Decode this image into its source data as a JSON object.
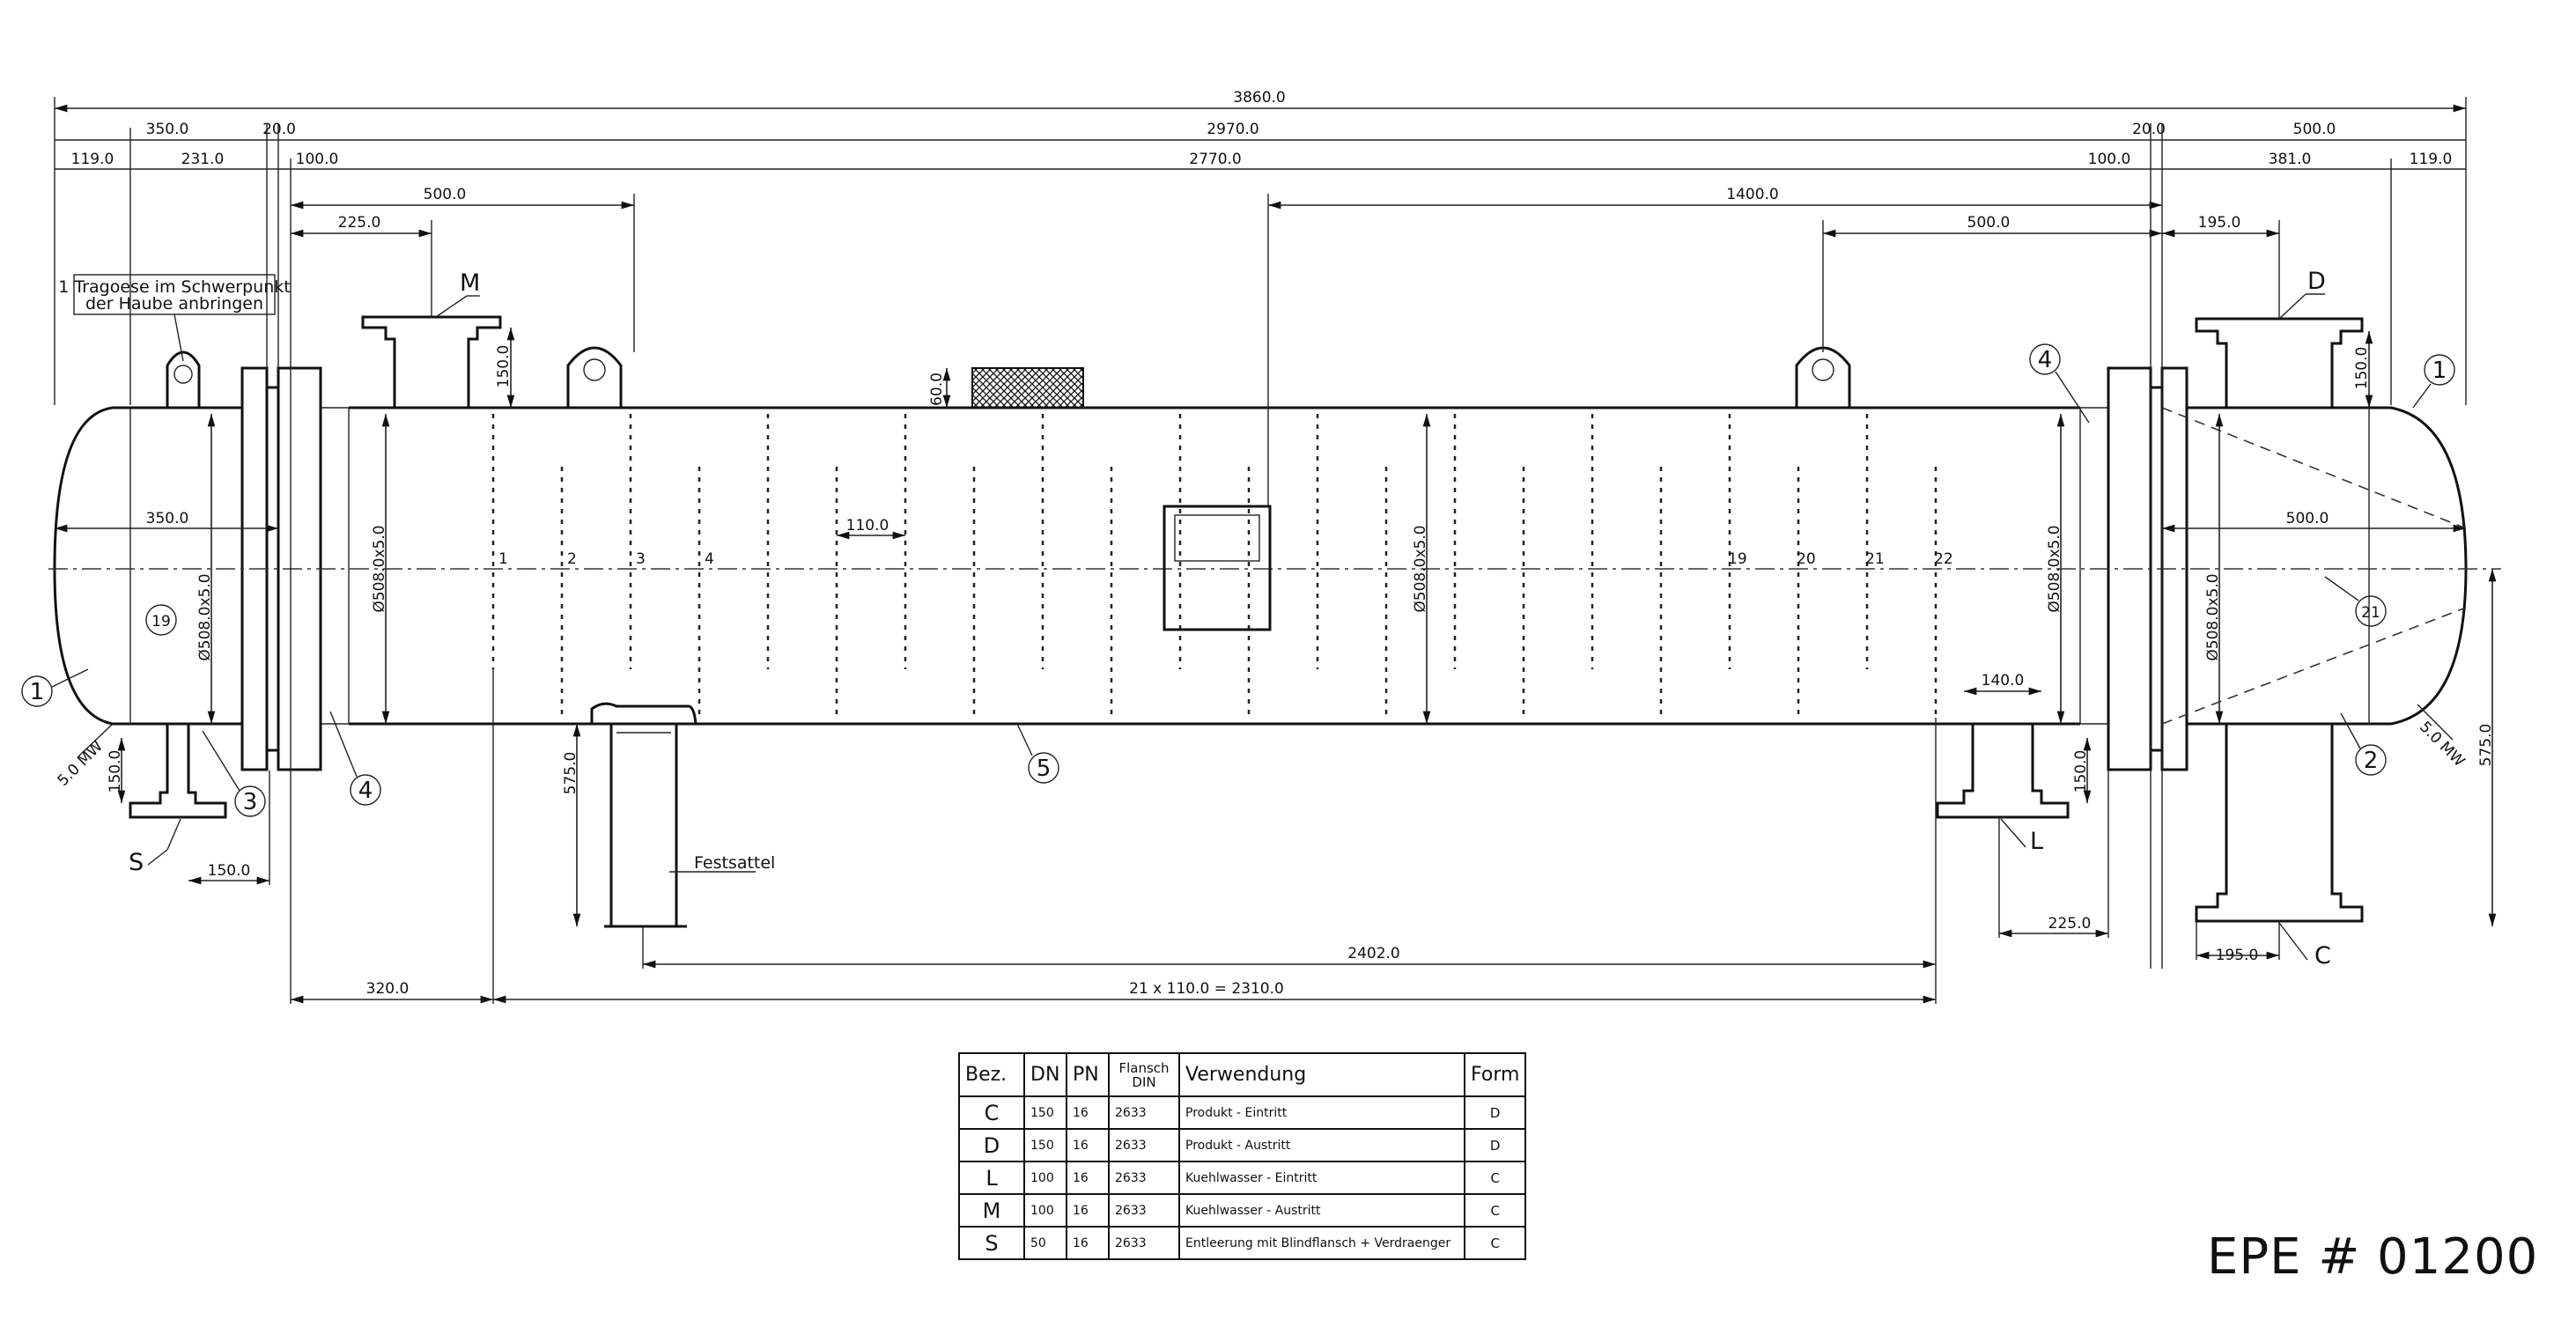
{
  "dimensions": {
    "overall": "3860.0",
    "left_head": "350.0",
    "flange_left": "20.0",
    "shell": "2970.0",
    "flange_right": "20.0",
    "right_head": "500.0",
    "left_119": "119.0",
    "left_231": "231.0",
    "inner_left_100": "100.0",
    "tube_length": "2770.0",
    "inner_right_100": "100.0",
    "right_381": "381.0",
    "right_119": "119.0",
    "noz_m_500": "500.0",
    "saddle_pos_1400": "1400.0",
    "noz_m_225": "225.0",
    "right_500": "500.0",
    "noz_d_195": "195.0",
    "noz_m_height": "150.0",
    "noz_d_height": "150.0",
    "support_60": "60.0",
    "baffle_pitch": "110.0",
    "head_inner_350": "350.0",
    "head_inner_500": "500.0",
    "dia_head_left": "Ø508.0x5.0",
    "dia_shell_left": "Ø508.0x5.0",
    "dia_shell_mid": "Ø508.0x5.0",
    "dia_shell_right": "Ø508.0x5.0",
    "dia_head_right": "Ø508.0x5.0",
    "saddle_height": "575.0",
    "right_575": "575.0",
    "noz_s_height": "150.0",
    "noz_s_150": "150.0",
    "noz_l_140": "140.0",
    "noz_l_height": "150.0",
    "noz_l_225": "225.0",
    "noz_c_195": "195.0",
    "span_2402": "2402.0",
    "left_320": "320.0",
    "baffle_total": "21 x 110.0 = 2310.0"
  },
  "weld_left": "5.0 MW",
  "weld_right": "5.0 MW",
  "note": {
    "line1": "1 Tragoese im Schwerpunkt",
    "line2": "der Haube anbringen"
  },
  "saddle_label": "Festsattel",
  "balloons": {
    "head_left": "1",
    "head_right": "1",
    "neck_left": "3",
    "flange_left": "4",
    "flange_right": "4",
    "shell": "5",
    "head_body_right": "2",
    "item19": "19",
    "item21": "21"
  },
  "baffle_numbers": [
    "1",
    "2",
    "3",
    "4",
    "19",
    "20",
    "21",
    "22"
  ],
  "nozzle_letters": {
    "M": "M",
    "D": "D",
    "S": "S",
    "L": "L",
    "C": "C"
  },
  "table": {
    "headers": {
      "bez": "Bez.",
      "dn": "DN",
      "pn": "PN",
      "flansch_top": "Flansch",
      "flansch_bottom": "DIN",
      "verwendung": "Verwendung",
      "form": "Form"
    },
    "rows": [
      {
        "bez": "C",
        "dn": "150",
        "pn": "16",
        "din": "2633",
        "use": "Produkt - Eintritt",
        "form": "D"
      },
      {
        "bez": "D",
        "dn": "150",
        "pn": "16",
        "din": "2633",
        "use": "Produkt - Austritt",
        "form": "D"
      },
      {
        "bez": "L",
        "dn": "100",
        "pn": "16",
        "din": "2633",
        "use": "Kuehlwasser - Eintritt",
        "form": "C"
      },
      {
        "bez": "M",
        "dn": "100",
        "pn": "16",
        "din": "2633",
        "use": "Kuehlwasser - Austritt",
        "form": "C"
      },
      {
        "bez": "S",
        "dn": "50",
        "pn": "16",
        "din": "2633",
        "use": "Entleerung mit Blindflansch + Verdraenger",
        "form": "C"
      }
    ]
  },
  "stamp": "EPE # 01200"
}
